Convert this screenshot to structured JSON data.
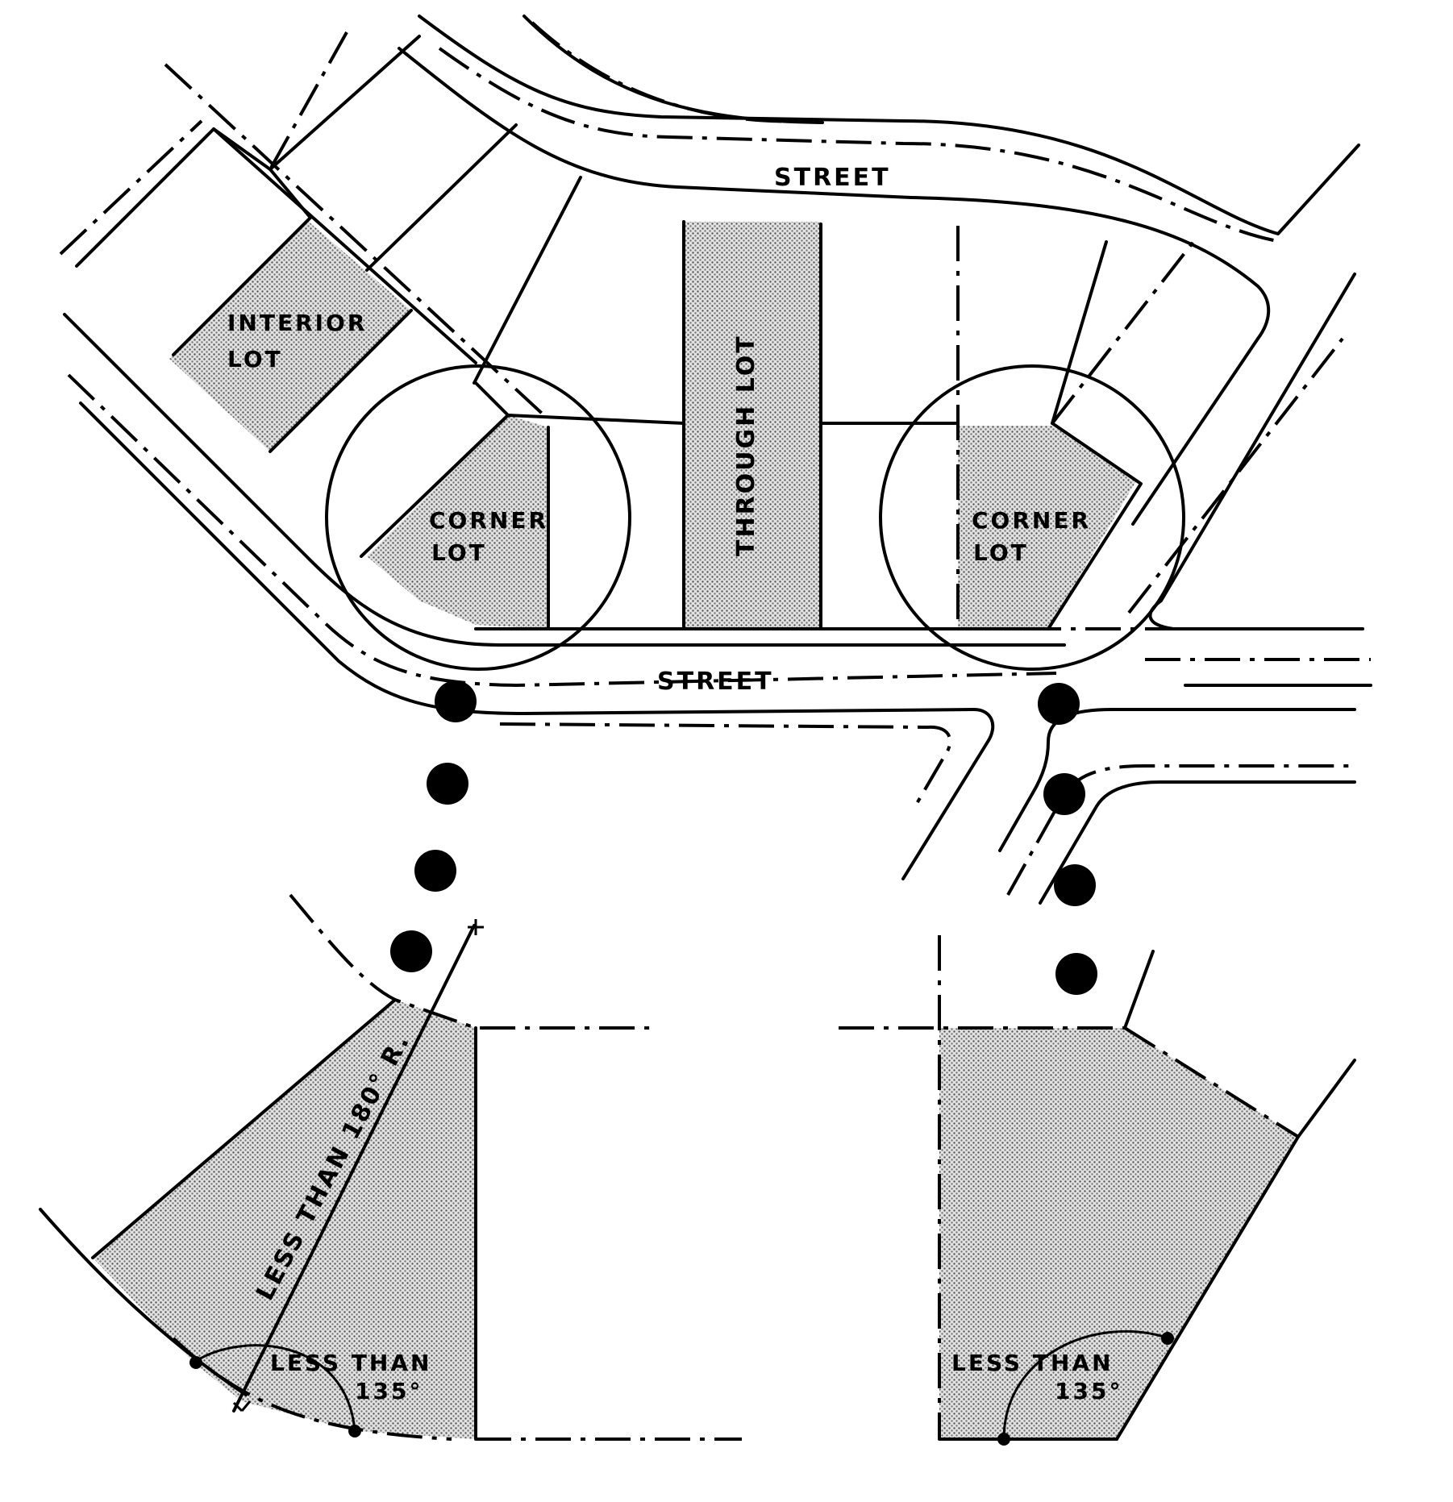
{
  "labels": {
    "street_top": "STREET",
    "street_middle": "STREET",
    "interior_lot": [
      "INTERIOR",
      "LOT"
    ],
    "through_lot": "THROUGH LOT",
    "corner_lot_left": [
      "CORNER",
      "LOT"
    ],
    "corner_lot_right": [
      "CORNER",
      "LOT"
    ],
    "radius_note": "LESS THAN 180° R.",
    "angle_note_left": [
      "LESS THAN",
      "135°"
    ],
    "angle_note_right": [
      "LESS THAN",
      "135°"
    ]
  },
  "colors": {
    "ink": "#000000",
    "paper": "#ffffff",
    "lot_fill": "#b8b8b8"
  }
}
